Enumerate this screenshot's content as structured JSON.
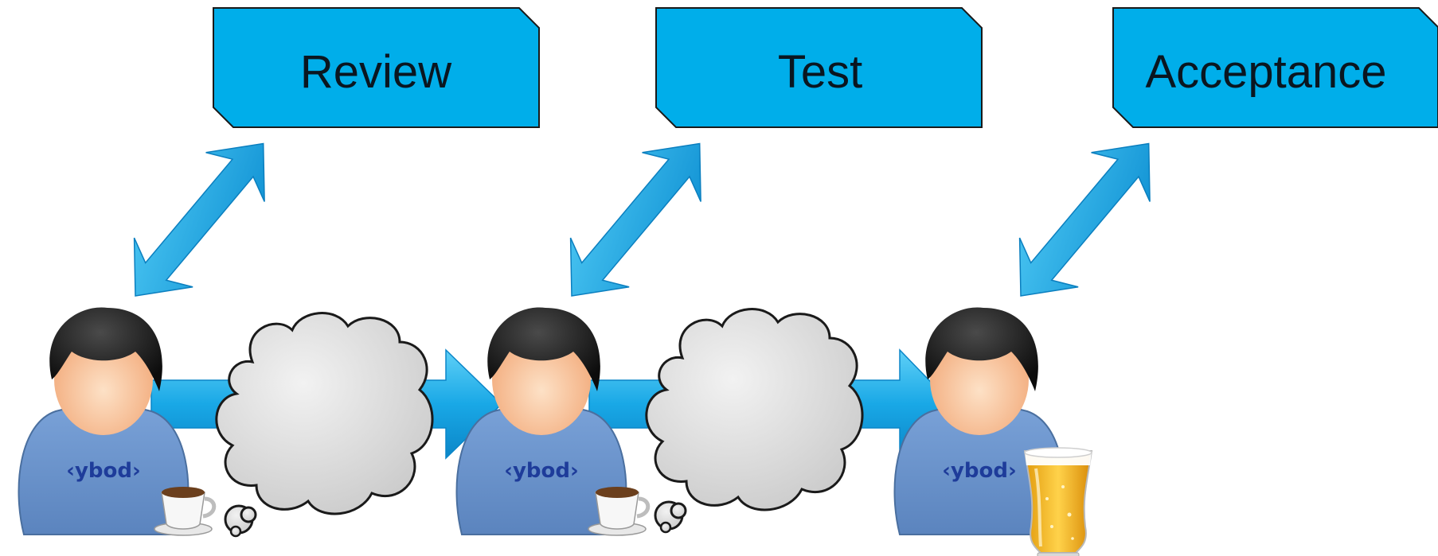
{
  "diagram": {
    "stages": [
      {
        "label": "Review"
      },
      {
        "label": "Test"
      },
      {
        "label": "Acceptance"
      }
    ],
    "developers": [
      {
        "shirt_text": "‹ybod›",
        "drink": "coffee-cup-icon"
      },
      {
        "shirt_text": "‹ybod›",
        "drink": "coffee-cup-icon"
      },
      {
        "shirt_text": "‹ybod›",
        "drink": "beer-glass-icon"
      }
    ],
    "thought_clouds": 2,
    "colors": {
      "box_fill": "#00aeea",
      "box_stroke": "#1a1a1a",
      "arrow": "#1aa7e3",
      "shirt": "#5f89c3",
      "hair": "#1b1b1b",
      "skin": "#f7bf93",
      "cloud_fill": "#dedede",
      "beer": "#f2b21b"
    }
  }
}
